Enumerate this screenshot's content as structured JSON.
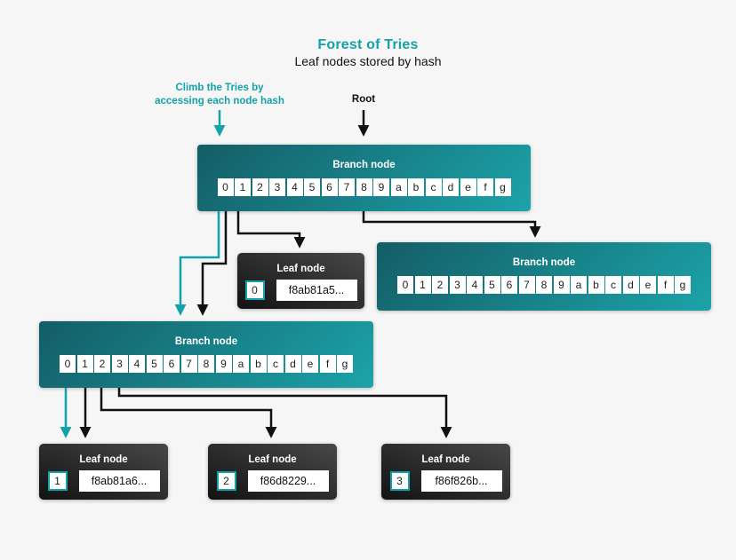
{
  "title": "Forest of Tries",
  "subtitle": "Leaf nodes stored by hash",
  "annotations": {
    "climb_line1": "Climb the Tries by",
    "climb_line2": "accessing each node hash",
    "root": "Root"
  },
  "colors": {
    "background": "#f6f6f6",
    "accent_teal": "#12a2a9",
    "branch_gradient_dark": "#145d66",
    "branch_gradient_light": "#1ca3a9",
    "leaf_gradient_dark": "#121212",
    "leaf_gradient_light": "#484848",
    "arrow_black": "#111111",
    "cell_background": "#ffffff"
  },
  "branch_cells": [
    "0",
    "1",
    "2",
    "3",
    "4",
    "5",
    "6",
    "7",
    "8",
    "9",
    "a",
    "b",
    "c",
    "d",
    "e",
    "f",
    "g"
  ],
  "nodes": {
    "branch_top": {
      "label": "Branch node"
    },
    "branch_right": {
      "label": "Branch node"
    },
    "branch_lower": {
      "label": "Branch node"
    },
    "leaf_0": {
      "label": "Leaf node",
      "index": "0",
      "hash": "f8ab81a5..."
    },
    "leaf_1": {
      "label": "Leaf node",
      "index": "1",
      "hash": "f8ab81a6..."
    },
    "leaf_2": {
      "label": "Leaf node",
      "index": "2",
      "hash": "f86d8229..."
    },
    "leaf_3": {
      "label": "Leaf node",
      "index": "3",
      "hash": "f86f826b..."
    }
  }
}
